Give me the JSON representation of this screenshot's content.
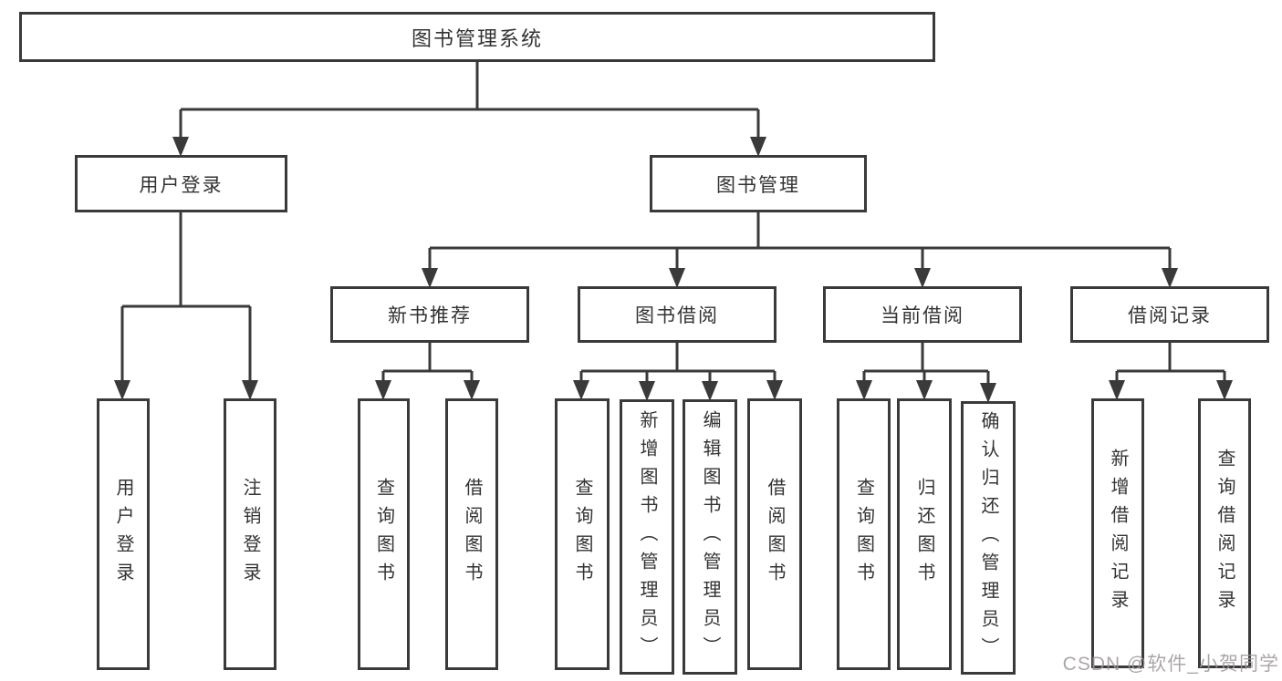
{
  "diagram_title": "图书管理系统",
  "watermark": "CSDN @软件_小贺同学",
  "colors": {
    "background": "#ffffff",
    "line": "#3a3a3a",
    "box_border": "#3a3a3a",
    "text": "#333333",
    "watermark": "#9e9898"
  },
  "nodes": {
    "root": "图书管理系统",
    "user_login": "用户登录",
    "book_mgmt": "图书管理",
    "new_book_rec": "新书推荐",
    "book_borrow": "图书借阅",
    "current_borrow": "当前借阅",
    "borrow_record": "借阅记录",
    "leaf_user_login": "用户登录",
    "leaf_logout": "注销登录",
    "leaf_query_book_1": "查询图书",
    "leaf_borrow_book_1": "借阅图书",
    "leaf_query_book_2": "查询图书",
    "leaf_add_book": "新增图书（管理员）",
    "leaf_edit_book": "编辑图书（管理员）",
    "leaf_borrow_book_2": "借阅图书",
    "leaf_query_book_3": "查询图书",
    "leaf_return_book": "归还图书",
    "leaf_confirm_return": "确认归还（管理员）",
    "leaf_add_borrow_record": "新增借阅记录",
    "leaf_query_borrow_record": "查询借阅记录"
  },
  "hierarchy": {
    "图书管理系统": {
      "用户登录": [
        "用户登录",
        "注销登录"
      ],
      "图书管理": {
        "新书推荐": [
          "查询图书",
          "借阅图书"
        ],
        "图书借阅": [
          "查询图书",
          "新增图书（管理员）",
          "编辑图书（管理员）",
          "借阅图书"
        ],
        "当前借阅": [
          "查询图书",
          "归还图书",
          "确认归还（管理员）"
        ],
        "借阅记录": [
          "新增借阅记录",
          "查询借阅记录"
        ]
      }
    }
  }
}
